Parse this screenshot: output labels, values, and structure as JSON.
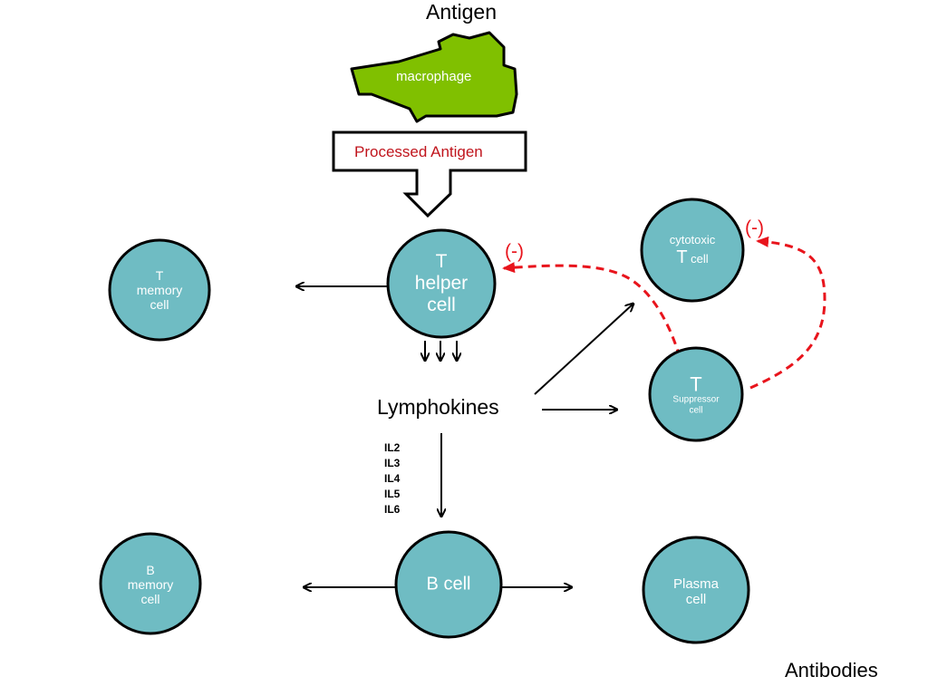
{
  "colors": {
    "cell_fill": "#6fbcc3",
    "cell_stroke": "#000000",
    "macrophage_fill": "#80c000",
    "inhibit": "#e8141c",
    "processed_text": "#c0141c"
  },
  "labels": {
    "antigen": "Antigen",
    "macrophage": "macrophage",
    "processed_antigen": "Processed Antigen",
    "lymphokines": "Lymphokines",
    "antibodies": "Antibodies",
    "interleukins": [
      "IL2",
      "IL3",
      "IL4",
      "IL5",
      "IL6"
    ],
    "inhibit_left": "(-)",
    "inhibit_right": "(-)"
  },
  "cells": {
    "t_helper": [
      "T",
      "helper",
      "cell"
    ],
    "t_memory": [
      "T",
      "memory",
      "cell"
    ],
    "cytotoxic": [
      "cytotoxic",
      "T",
      "cell"
    ],
    "t_suppressor": [
      "T",
      "Suppressor",
      "cell"
    ],
    "b_cell": "B cell",
    "b_memory": [
      "B",
      "memory",
      "cell"
    ],
    "plasma": [
      "Plasma",
      "cell"
    ]
  }
}
